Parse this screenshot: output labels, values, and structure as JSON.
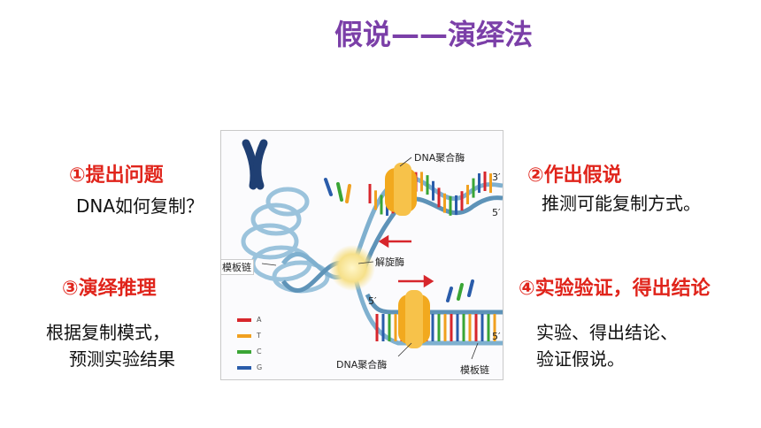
{
  "title": "假说——演绎法",
  "steps": {
    "s1": {
      "label": "①提出问题",
      "desc": "DNA如何复制？"
    },
    "s2": {
      "label": "②作出假说",
      "desc": "推测可能复制方式。"
    },
    "s3": {
      "label": "③演绎推理",
      "desc_lines": [
        "根据复制模式，",
        "预测实验结果"
      ]
    },
    "s4": {
      "label": "④实验验证，得出结论",
      "desc_lines": [
        "实验、得出结论、",
        "验证假说。"
      ]
    }
  },
  "diagram": {
    "labels": {
      "dna_polymerase_top": "DNA聚合酶",
      "dna_polymerase_bottom": "DNA聚合酶",
      "helicase": "解旋酶",
      "template_left": "模板链",
      "template_bottom": "模板链",
      "end_3_top": "3′",
      "end_5_top": "5′",
      "end_5_mid": "5′",
      "end_5_bottom": "5′"
    },
    "legend": [
      {
        "base": "A",
        "color": "#d7262c"
      },
      {
        "base": "T",
        "color": "#f0a020"
      },
      {
        "base": "C",
        "color": "#3aa535"
      },
      {
        "base": "G",
        "color": "#2a5caa"
      }
    ]
  }
}
